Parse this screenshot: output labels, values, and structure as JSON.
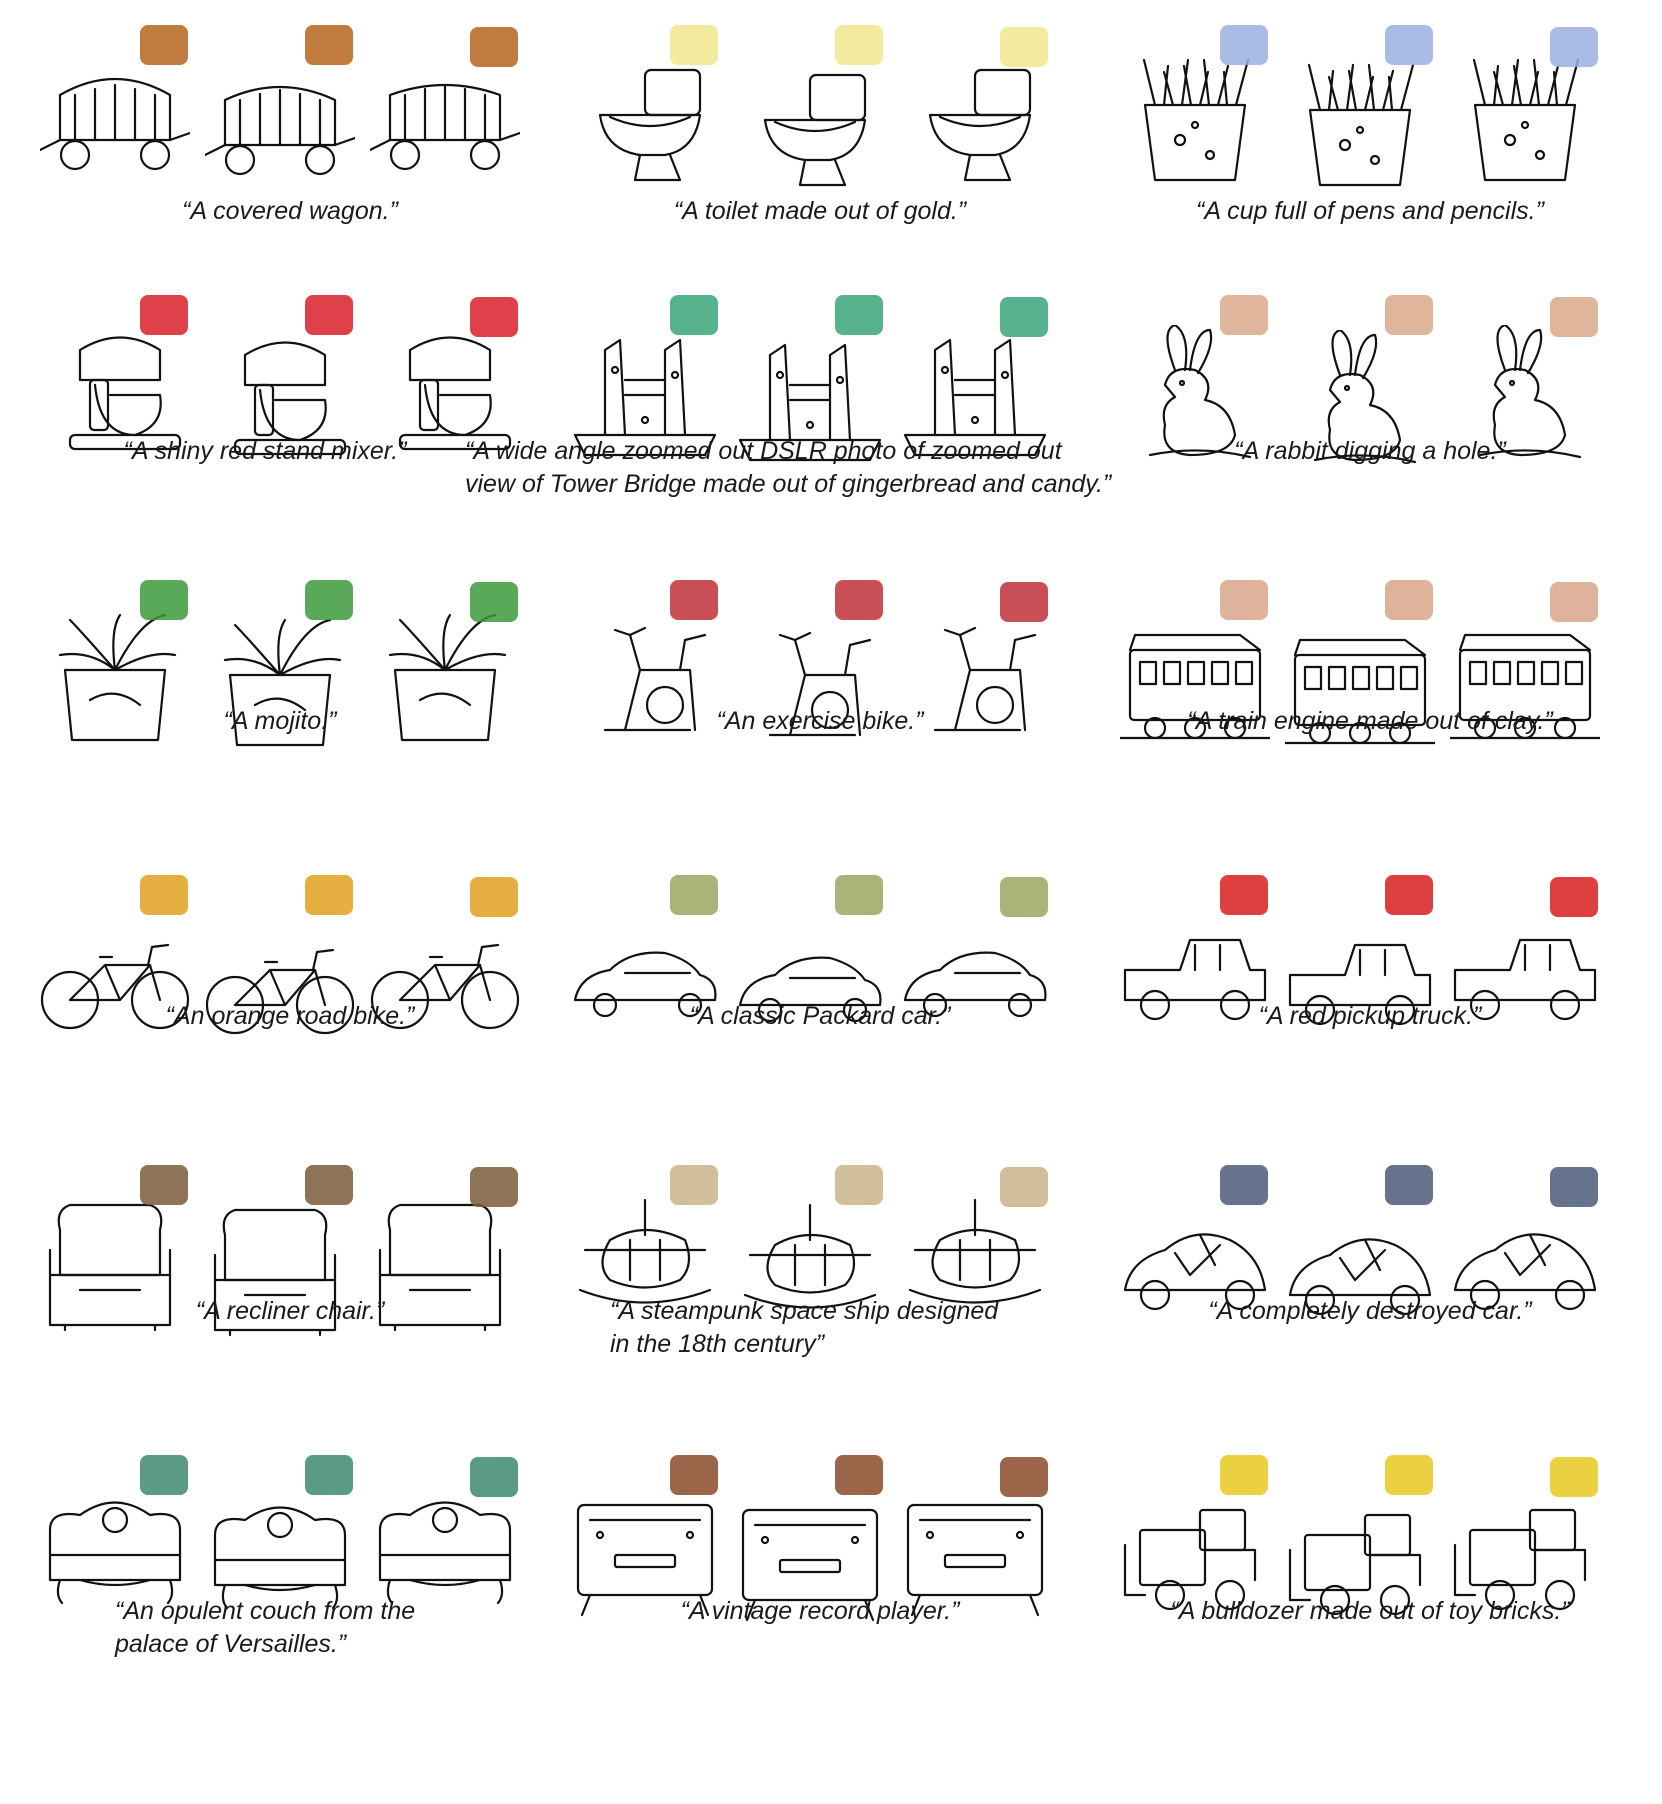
{
  "colors": {
    "sketch_stroke": "#111111",
    "caption_text": "#1a1a1a",
    "background": "#ffffff"
  },
  "gallery": [
    {
      "id": "covered-wagon",
      "caption": "“A covered wagon.”",
      "shape": "wagon",
      "thumb_color": "#b5651d"
    },
    {
      "id": "gold-toilet",
      "caption": "“A toilet made out of gold.”",
      "shape": "toilet",
      "thumb_color": "#f0e68c"
    },
    {
      "id": "pen-cup",
      "caption": "“A cup full of pens and pencils.”",
      "shape": "cup",
      "thumb_color": "#9bb0e0"
    },
    {
      "id": "stand-mixer",
      "caption": "“A shiny red stand mixer.”",
      "shape": "mixer",
      "thumb_color": "#d8202a"
    },
    {
      "id": "gingerbread-bridge",
      "caption": "“A wide angle zoomed out DSLR photo of zoomed out\nview of Tower Bridge made out of gingerbread and candy.”",
      "shape": "bridge",
      "thumb_color": "#3aa57a"
    },
    {
      "id": "rabbit",
      "caption": "“A rabbit digging a hole.”",
      "shape": "rabbit",
      "thumb_color": "#d9a98a"
    },
    {
      "id": "mojito",
      "caption": "“A mojito.”",
      "shape": "plant",
      "thumb_color": "#3c9a3c"
    },
    {
      "id": "exercise-bike",
      "caption": "“An exercise bike.”",
      "shape": "exbike",
      "thumb_color": "#c0303a"
    },
    {
      "id": "clay-train",
      "caption": "“A train engine made out of clay.”",
      "shape": "train",
      "thumb_color": "#d9a58a"
    },
    {
      "id": "road-bike",
      "caption": "“An orange road bike.”",
      "shape": "bike",
      "thumb_color": "#e0a020"
    },
    {
      "id": "packard-car",
      "caption": "“A classic Packard car.”",
      "shape": "car",
      "thumb_color": "#9aa860"
    },
    {
      "id": "pickup-truck",
      "caption": "“A red pickup truck.”",
      "shape": "truck",
      "thumb_color": "#d81e1e"
    },
    {
      "id": "recliner",
      "caption": "“A recliner chair.”",
      "shape": "chair",
      "thumb_color": "#7a5a3a"
    },
    {
      "id": "steampunk-ship",
      "caption": "“A steampunk space ship designed\n in the 18th century”",
      "shape": "ship",
      "thumb_color": "#c9b48a"
    },
    {
      "id": "destroyed-car",
      "caption": "“A completely destroyed car.”",
      "shape": "wreck",
      "thumb_color": "#4a5a78"
    },
    {
      "id": "opulent-couch",
      "caption": "“An opulent couch from the\npalace of Versailles.”",
      "shape": "couch",
      "thumb_color": "#3e8a70"
    },
    {
      "id": "record-player",
      "caption": "“A vintage record player.”",
      "shape": "cabinet",
      "thumb_color": "#8a4a2a"
    },
    {
      "id": "toy-bulldozer",
      "caption": "“A bulldozer made out of toy bricks.”",
      "shape": "dozer",
      "thumb_color": "#e8c820"
    }
  ]
}
